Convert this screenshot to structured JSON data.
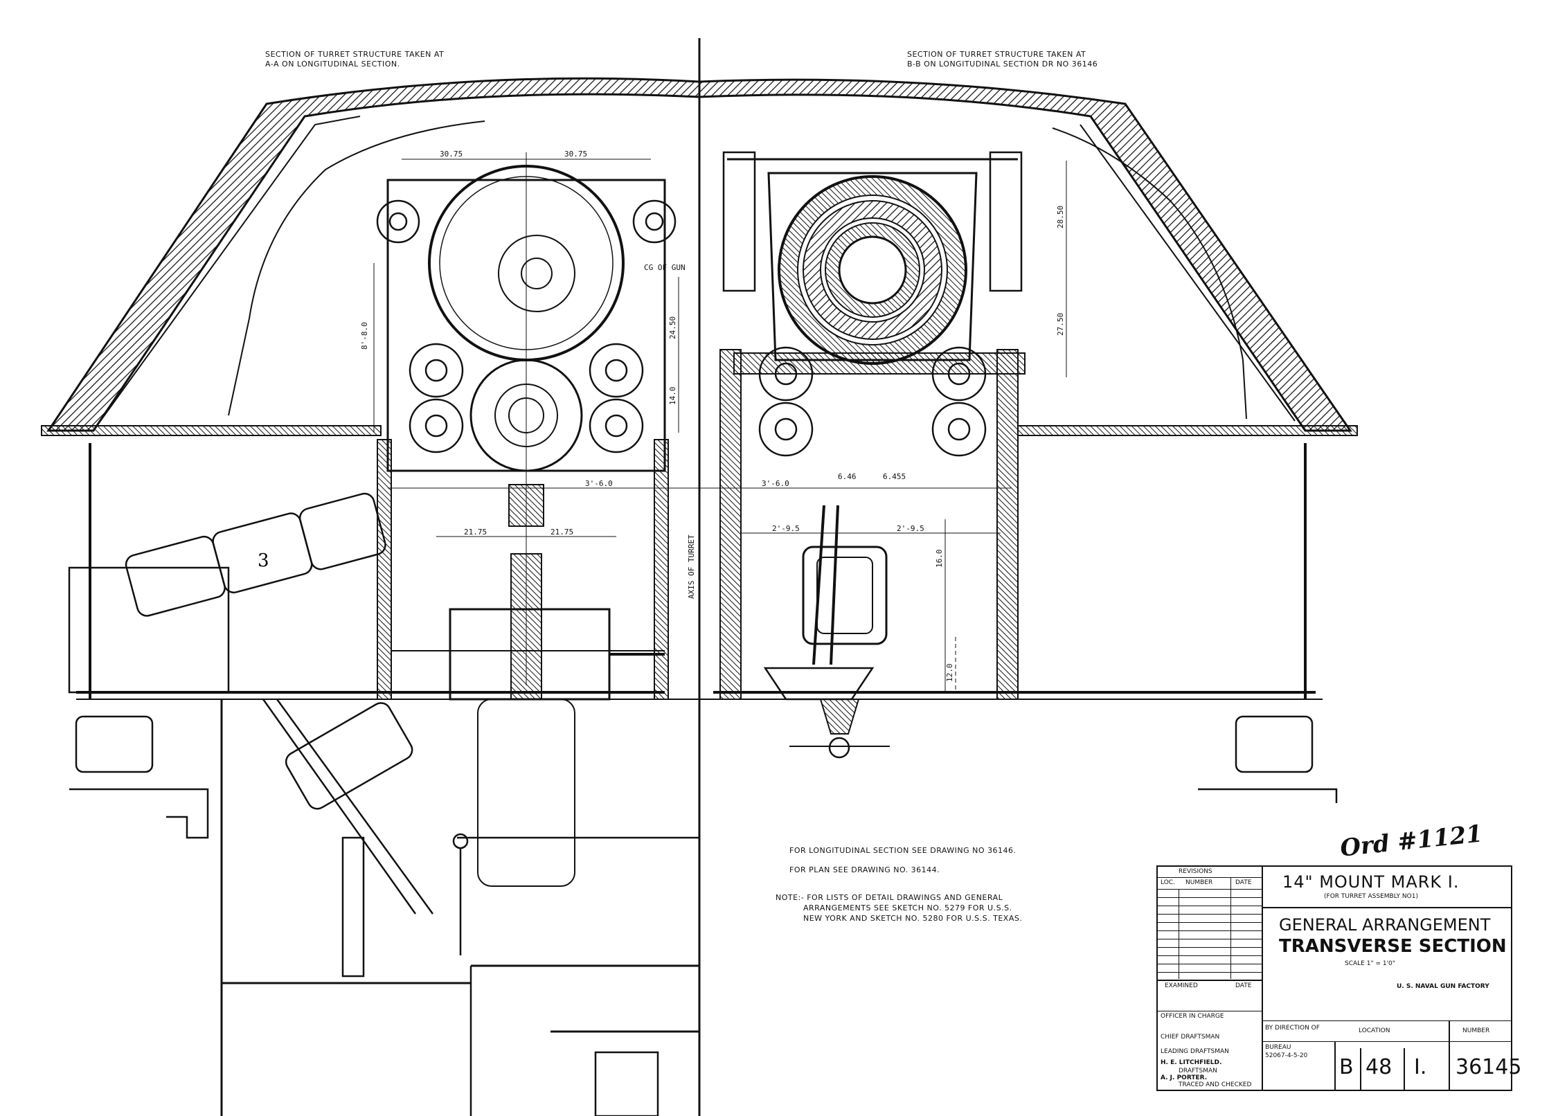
{
  "headers": {
    "left": "SECTION OF TURRET STRUCTURE TAKEN AT\nA-A ON LONGITUDINAL SECTION.",
    "right": "SECTION OF TURRET STRUCTURE TAKEN AT\nB-B ON LONGITUDINAL SECTION DR NO 36146"
  },
  "dimensions": {
    "d1": "30.75",
    "d2": "30.75",
    "d3": "8'-8.0",
    "d4": "24.50",
    "d5": "14.0",
    "d6": "3'-6.0",
    "d7": "3'-6.0",
    "d8": "21.75",
    "d9": "21.75",
    "d10": "28.50",
    "d11": "27.50",
    "d12": "2'-9.5",
    "d13": "2'-9.5",
    "d14": "16.0",
    "d15": "12.0",
    "d16": "6.46",
    "d17": "6.455",
    "axis": "AXIS OF TURRET",
    "cg": "CG OF GUN",
    "numeral": "3"
  },
  "notes": {
    "line1": "FOR LONGITUDINAL SECTION SEE DRAWING NO 36146.",
    "line2": "FOR PLAN SEE DRAWING NO. 36144.",
    "line3": "NOTE:- FOR LISTS OF DETAIL DRAWINGS AND GENERAL",
    "line4": "ARRANGEMENTS SEE SKETCH NO. 5279 FOR U.S.S.",
    "line5": "NEW YORK AND SKETCH NO. 5280 FOR U.S.S. TEXAS."
  },
  "stamp": "Ord #1121",
  "title_block": {
    "revisions": "REVISIONS",
    "col_loc": "LOC.",
    "col_number": "NUMBER",
    "col_date": "DATE",
    "main_title": "14\" MOUNT MARK I.",
    "sub_title": "(FOR TURRET ASSEMBLY NO1)",
    "title2": "GENERAL ARRANGEMENT",
    "title3": "TRANSVERSE SECTION",
    "scale": "SCALE 1\" = 1'0\"",
    "factory": "U. S. NAVAL GUN FACTORY",
    "examined": "EXAMINED",
    "date": "DATE",
    "officer": "OFFICER IN CHARGE",
    "chief": "CHIEF DRAFTSMAN",
    "leading": "LEADING DRAFTSMAN",
    "draftsman_name": "H. E. LITCHFIELD.",
    "draftsman": "DRAFTSMAN",
    "tracer_name": "A. J. PORTER.",
    "tracer": "TRACED AND CHECKED",
    "by_direction": "BY DIRECTION OF",
    "bureau": "BUREAU",
    "bureau_no": "52067-4-5-20",
    "location": "LOCATION",
    "number": "NUMBER",
    "loc_b": "B",
    "loc_48": "48",
    "loc_1": "I.",
    "drawing_no": "36145"
  }
}
